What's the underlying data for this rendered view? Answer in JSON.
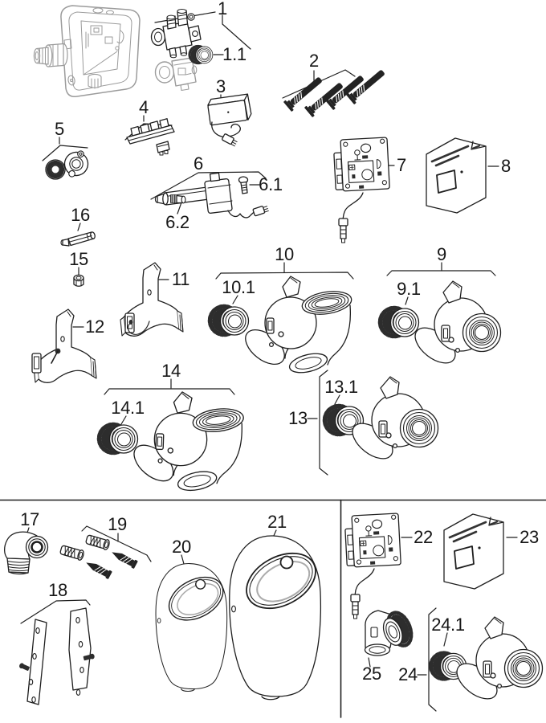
{
  "diagram_title": "exploded-parts-diagram",
  "colors": {
    "background": "#ffffff",
    "line": "#1f1f1f",
    "ghost_line": "#9b9b9b",
    "dark_fill": "#2d2d2d",
    "label_text": "#161616"
  },
  "parts": {
    "p1": {
      "label": "1",
      "name": "flush-valve-assembly"
    },
    "p1_1": {
      "label": "1.1",
      "name": "cap-nut"
    },
    "p2": {
      "label": "2",
      "name": "fixing-screws"
    },
    "p3": {
      "label": "3",
      "name": "power-supply-unit"
    },
    "p4": {
      "label": "4",
      "name": "mounting-rail"
    },
    "p5": {
      "label": "5",
      "name": "seal-set"
    },
    "p6": {
      "label": "6",
      "name": "solenoid-valve"
    },
    "p6_1": {
      "label": "6.1",
      "name": "fixing-screw"
    },
    "p6_2": {
      "label": "6.2",
      "name": "throttle-nozzle"
    },
    "p7": {
      "label": "7",
      "name": "control-electronics"
    },
    "p8": {
      "label": "8",
      "name": "cover-plate"
    },
    "p9": {
      "label": "9",
      "name": "outlet-housing-set"
    },
    "p9_1": {
      "label": "9.1",
      "name": "union-nut"
    },
    "p10": {
      "label": "10",
      "name": "outlet-housing-elbow-set"
    },
    "p10_1": {
      "label": "10.1",
      "name": "union-nut"
    },
    "p11": {
      "label": "11",
      "name": "wall-bracket-with-hook"
    },
    "p12": {
      "label": "12",
      "name": "wall-bracket"
    },
    "p13": {
      "label": "13",
      "name": "outlet-housing-set"
    },
    "p13_1": {
      "label": "13.1",
      "name": "union-nut"
    },
    "p14": {
      "label": "14",
      "name": "outlet-housing-elbow-set"
    },
    "p14_1": {
      "label": "14.1",
      "name": "union-nut"
    },
    "p15": {
      "label": "15",
      "name": "adapter-nut"
    },
    "p16": {
      "label": "16",
      "name": "spindle"
    },
    "p17": {
      "label": "17",
      "name": "inlet-elbow"
    },
    "p18": {
      "label": "18",
      "name": "mounting-plates"
    },
    "p19": {
      "label": "19",
      "name": "wall-plugs-and-screws"
    },
    "p20": {
      "label": "20",
      "name": "urinal-ceramic-small"
    },
    "p21": {
      "label": "21",
      "name": "urinal-ceramic-large"
    },
    "p22": {
      "label": "22",
      "name": "control-electronics"
    },
    "p23": {
      "label": "23",
      "name": "cover-plate"
    },
    "p24": {
      "label": "24",
      "name": "outlet-housing-set"
    },
    "p24_1": {
      "label": "24.1",
      "name": "union-nut"
    },
    "p25": {
      "label": "25",
      "name": "connection-elbow"
    }
  }
}
